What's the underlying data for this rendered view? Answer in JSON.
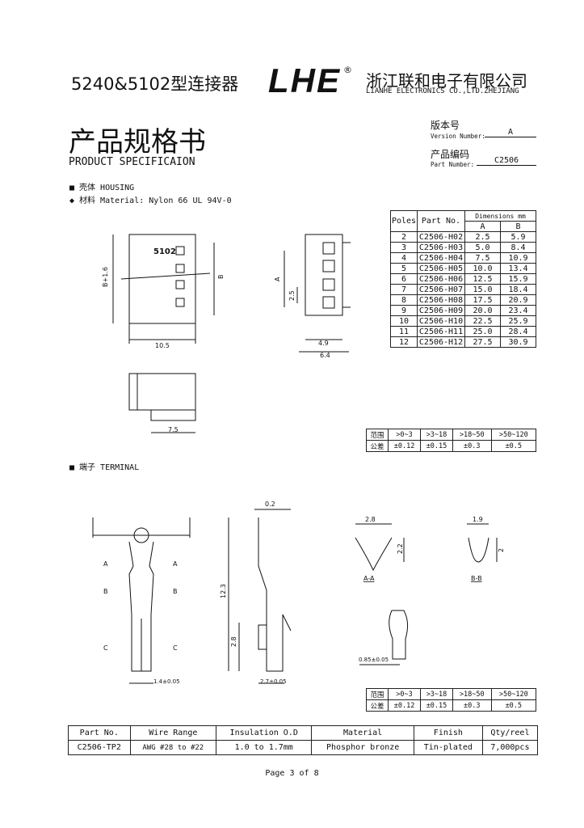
{
  "header": {
    "model_title": "5240&5102型连接器",
    "logo": "LHE",
    "logo_mark": "®",
    "company_cn": "浙江联和电子有限公司",
    "company_en": "LIANHE ELECTRONICS CO.,LTD.ZHEJIANG"
  },
  "doc": {
    "title_cn": "产品规格书",
    "title_en": "PRODUCT SPECIFICAION",
    "version_cn": "版本号",
    "version_label": "Version Number:",
    "version_value": "A",
    "part_cn": "产品编码",
    "part_label": "Part Number:",
    "part_value": "C2506"
  },
  "housing": {
    "heading": "■ 壳体 HOUSING",
    "material": "◆ 材料 Material: Nylon 66 UL 94V-0",
    "labels": {
      "mark": "5102",
      "bplus": "B+1.6",
      "b": "B",
      "w": "10.5",
      "a": "A",
      "p": "2.5",
      "d1": "4.9",
      "d2": "6.4",
      "w2": "7.5"
    }
  },
  "dim_table": {
    "h_poles": "Poles",
    "h_part": "Part No.",
    "h_dims": "Dimensions mm",
    "h_a": "A",
    "h_b": "B",
    "rows": [
      [
        "2",
        "C2506-H02",
        "2.5",
        "5.9"
      ],
      [
        "3",
        "C2506-H03",
        "5.0",
        "8.4"
      ],
      [
        "4",
        "C2506-H04",
        "7.5",
        "10.9"
      ],
      [
        "5",
        "C2506-H05",
        "10.0",
        "13.4"
      ],
      [
        "6",
        "C2506-H06",
        "12.5",
        "15.9"
      ],
      [
        "7",
        "C2506-H07",
        "15.0",
        "18.4"
      ],
      [
        "8",
        "C2506-H08",
        "17.5",
        "20.9"
      ],
      [
        "9",
        "C2506-H09",
        "20.0",
        "23.4"
      ],
      [
        "10",
        "C2506-H10",
        "22.5",
        "25.9"
      ],
      [
        "11",
        "C2506-H11",
        "25.0",
        "28.4"
      ],
      [
        "12",
        "C2506-H12",
        "27.5",
        "30.9"
      ]
    ]
  },
  "tolerance": {
    "range_label": "范围",
    "tol_label": "公差",
    "ranges": [
      ">0~3",
      ">3~18",
      ">18~50",
      ">50~120"
    ],
    "tols": [
      "±0.12",
      "±0.15",
      "±0.3",
      "±0.5"
    ]
  },
  "terminal": {
    "heading": "■ 端子 TERMINAL",
    "labels": {
      "a": "A",
      "b": "B",
      "c": "C",
      "w1": "1.4±0.05",
      "t": "0.2",
      "h": "12.3",
      "h2": "2.8",
      "w2": "2.7±0.05",
      "aa_w": "2.8",
      "aa_h": "2.2",
      "aa": "A-A",
      "bb_w": "1.9",
      "bb_h": "2",
      "bb": "B-B",
      "pin": "0.85±0.05"
    }
  },
  "spec_table": {
    "headers": [
      "Part No.",
      "Wire Range",
      "Insulation O.D",
      "Material",
      "Finish",
      "Qty/reel"
    ],
    "row": [
      "C2506-TP2",
      "AWG #28 to #22",
      "1.0 to 1.7mm",
      "Phosphor bronze",
      "Tin-plated",
      "7,000pcs"
    ]
  },
  "footer": {
    "page": "Page 3 of 8"
  }
}
